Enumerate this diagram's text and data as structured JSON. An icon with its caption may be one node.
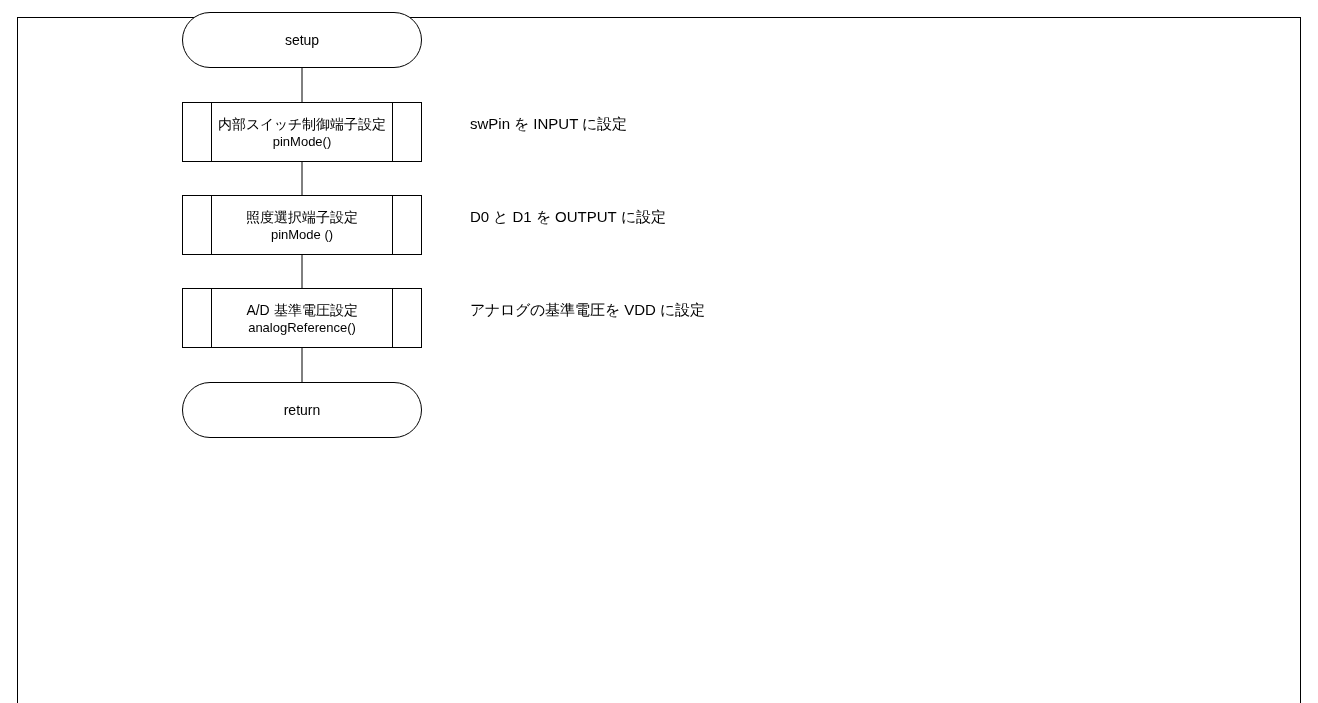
{
  "diagram": {
    "nodes": [
      {
        "text": [
          "setup"
        ]
      },
      {
        "text": [
          "内部スイッチ制御端子設定",
          "pinMode()"
        ],
        "beside": [
          "swPin を INPUT に設定"
        ]
      },
      {
        "text": [
          "照度選択端子設定",
          "pinMode ()"
        ],
        "beside": [
          "D0 と D1 を OUTPUT に設定"
        ]
      },
      {
        "text": [
          "A/D 基準電圧設定",
          "analogReference()"
        ],
        "beside": [
          "アナログの基準電圧を VDD に設定"
        ]
      },
      {
        "text": [
          "return"
        ]
      }
    ],
    "edges": [
      {
        "from": 0,
        "to": 1,
        "arrow": "none"
      },
      {
        "from": 1,
        "to": 2,
        "arrow": "none"
      },
      {
        "from": 2,
        "to": 3,
        "arrow": "none"
      },
      {
        "from": 3,
        "to": 4,
        "arrow": "none"
      }
    ]
  }
}
